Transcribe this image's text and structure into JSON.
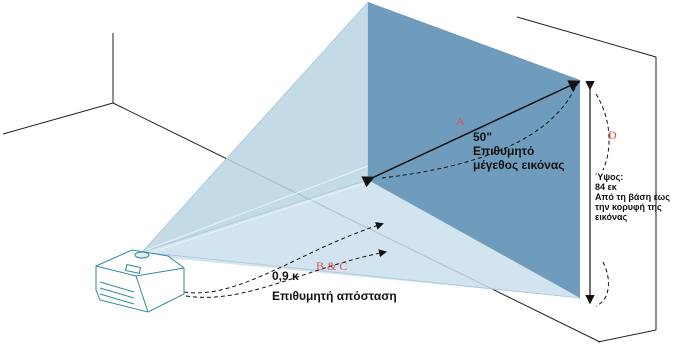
{
  "diagram": {
    "letters": {
      "a": "A",
      "bc": "B & C",
      "d": "D"
    },
    "size_label": {
      "value": "50\"",
      "line1": "Επιθυμητό",
      "line2": "μέγεθος εικόνας"
    },
    "distance_label": {
      "value": "0,9 κ",
      "text": "Επιθυμητή απόσταση"
    },
    "height_label": {
      "title": "Ύψος:",
      "value": "84 εκ",
      "line1": "Από τη βάση έως",
      "line2": "την κορυφή της",
      "line3": "εικόνας"
    },
    "colors": {
      "screen_fill": "#6f9cbd",
      "beam_fill": "#b9d3e3",
      "room_lines": "#222222",
      "projector_outline": "#2f8a9a",
      "letter_color": "#d9534f"
    }
  }
}
